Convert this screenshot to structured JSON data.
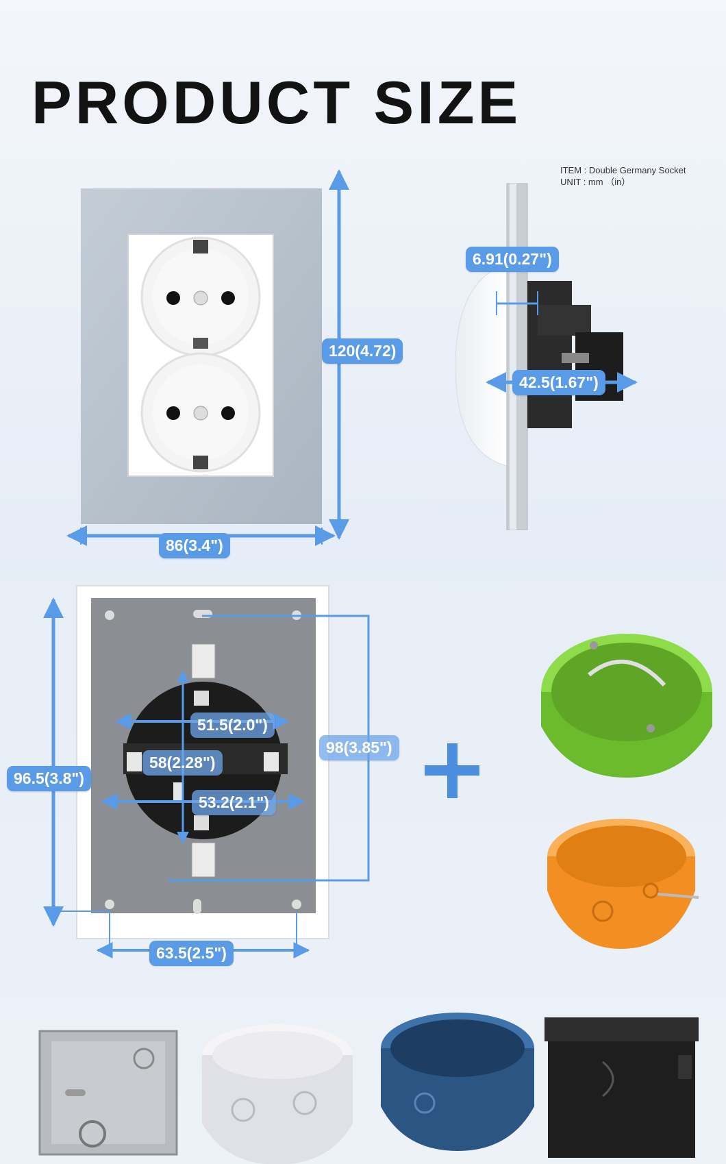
{
  "title": "PRODUCT SIZE",
  "item_line": "ITEM : Double Germany Socket",
  "unit_line": "UNIT : mm （in）",
  "front_view": {
    "height_label": "120(4.72)",
    "width_label": "86(3.4\")"
  },
  "side_view": {
    "plate_thickness_label": "6.91(0.27\")",
    "depth_label": "42.5(1.67\")"
  },
  "back_view": {
    "outer_height_label": "96.5(3.8\")",
    "mount_height_label": "98(3.85\")",
    "width_a_label": "51.5(2.0\")",
    "width_b_label": "58(2.28\")",
    "width_c_label": "53.2(2.1\")",
    "hole_spacing_label": "63.5(2.5\")"
  },
  "plus_symbol": "+",
  "colors": {
    "accent": "#5a9be8",
    "glass_panel": "#b5c0cb",
    "green_box": "#7bcf3a",
    "orange_box": "#f59a2f",
    "blue_box": "#2e5f94",
    "black_box": "#1e1e1e"
  }
}
